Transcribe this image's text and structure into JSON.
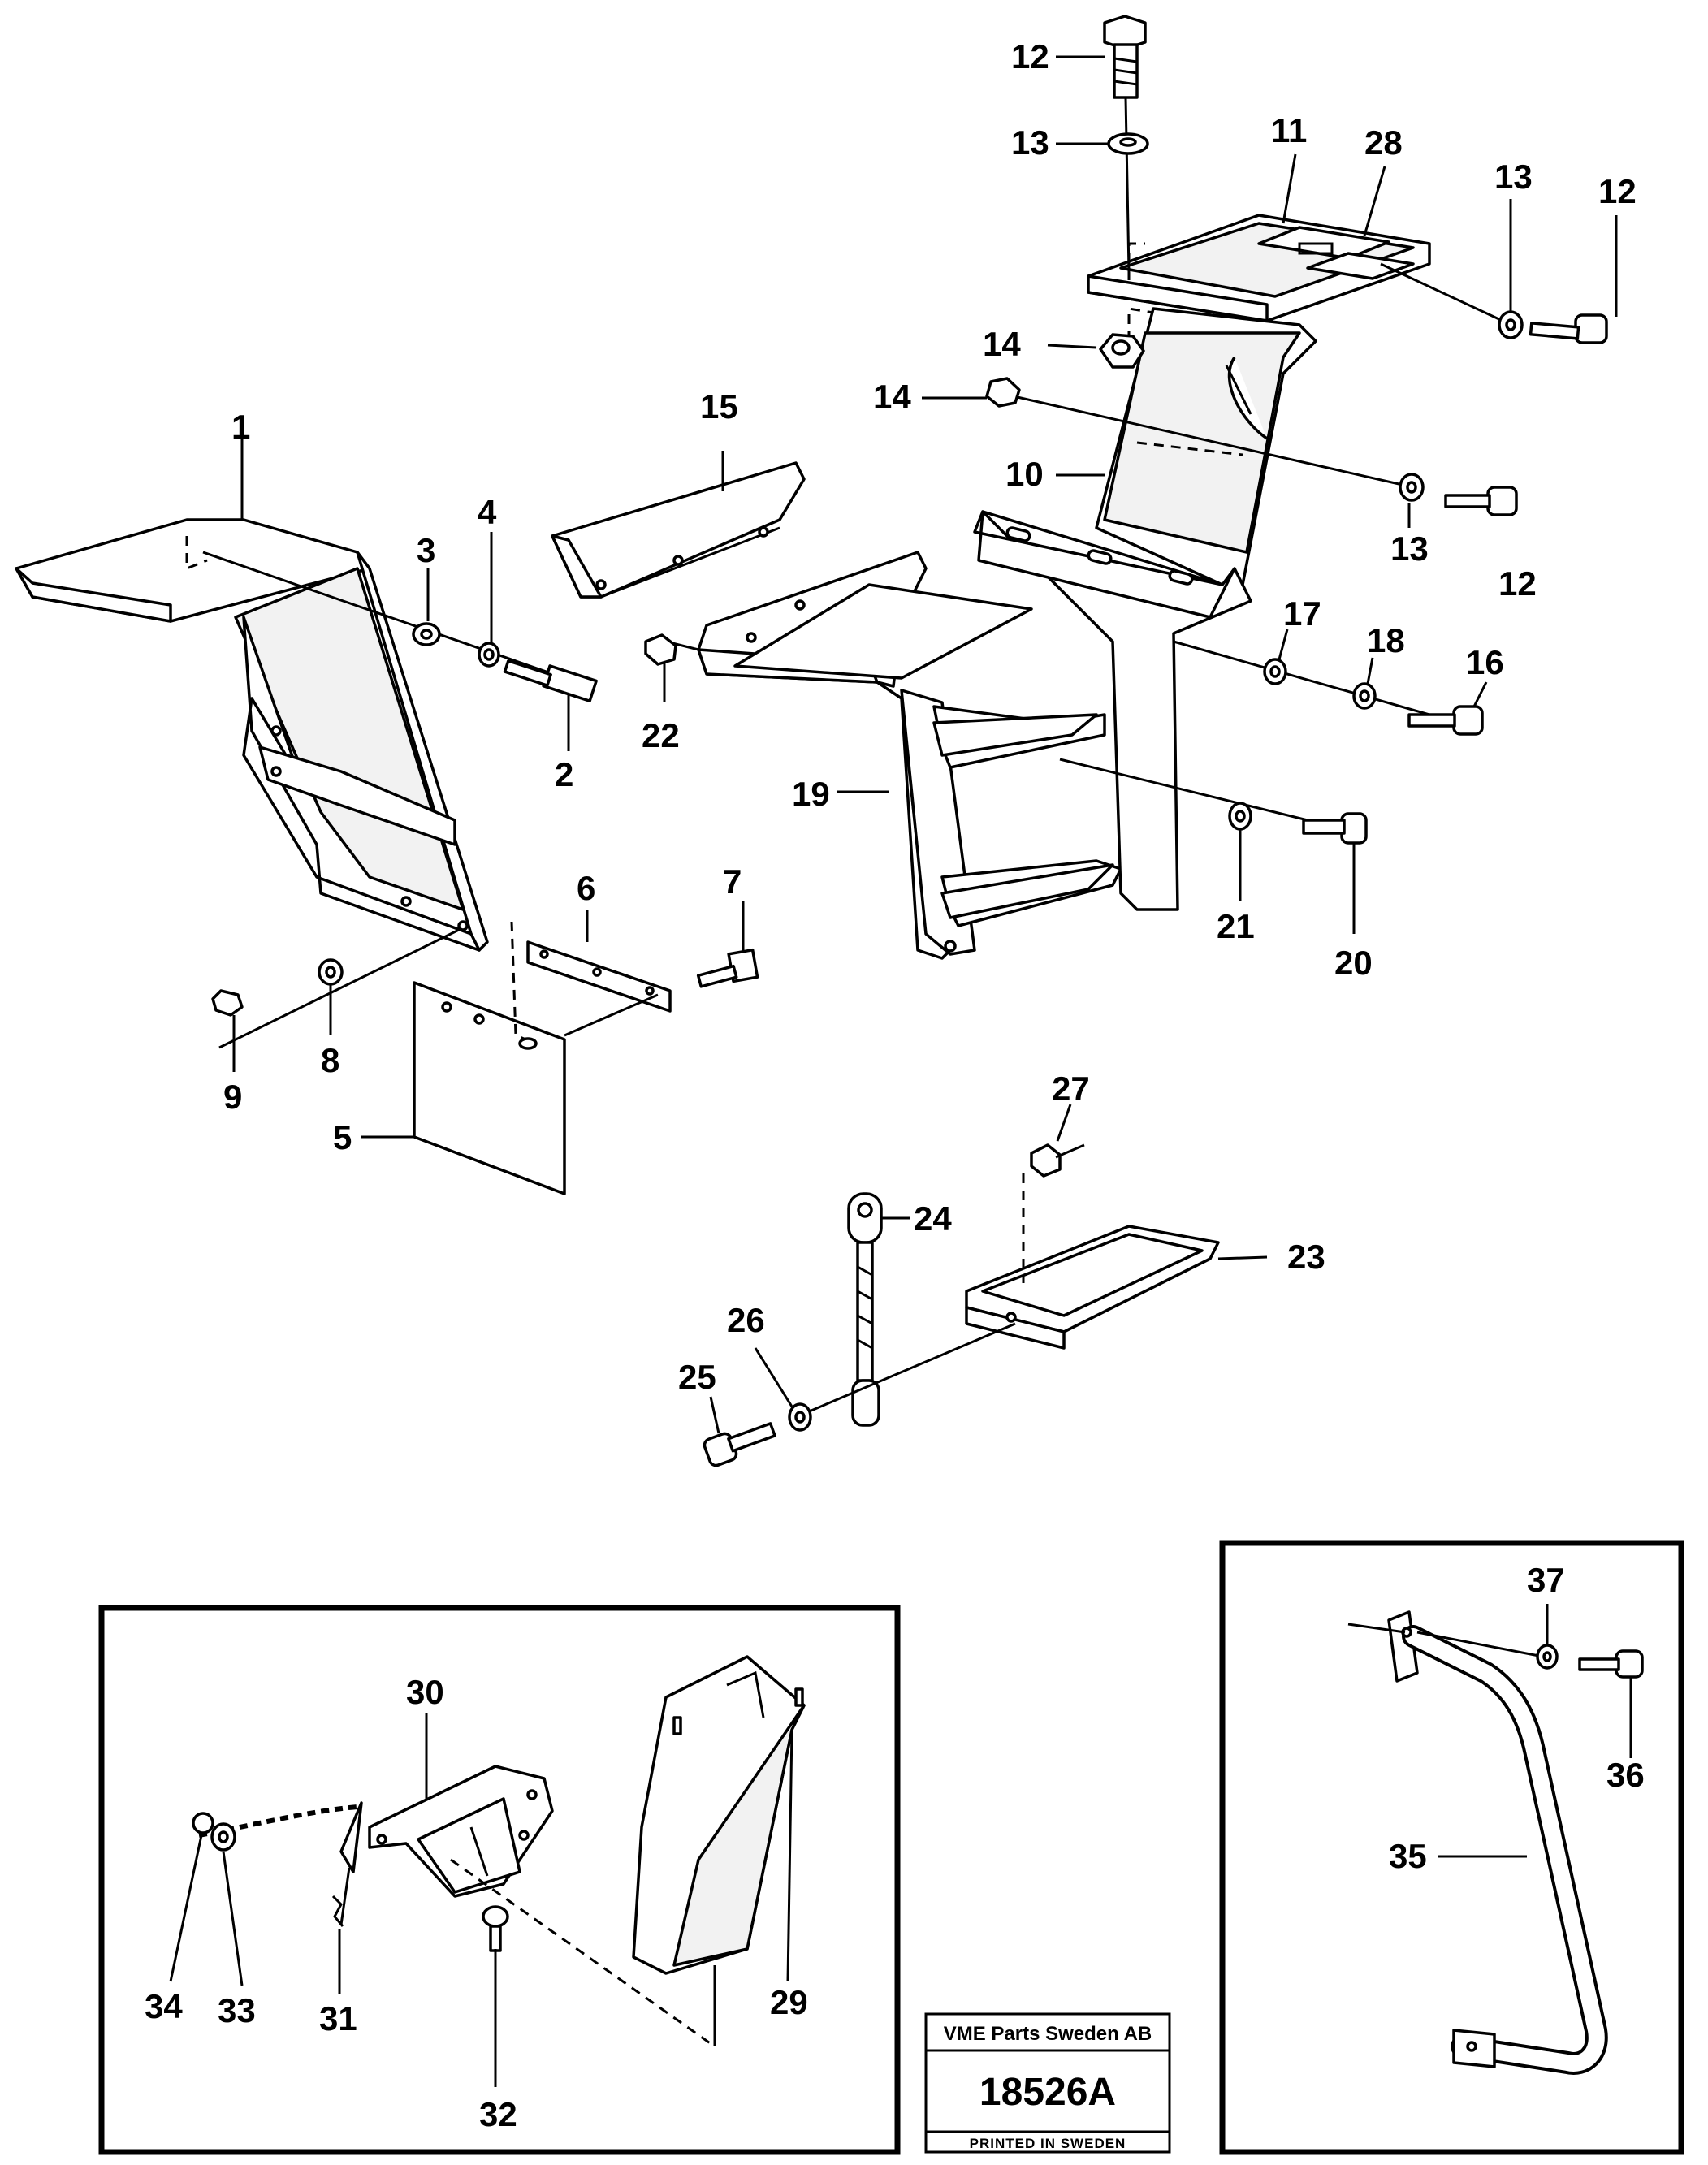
{
  "labels": {
    "l1": "1",
    "l2": "2",
    "l3": "3",
    "l4": "4",
    "l5": "5",
    "l6": "6",
    "l7": "7",
    "l8": "8",
    "l9": "9",
    "l10": "10",
    "l11": "11",
    "l12a": "12",
    "l12b": "12",
    "l12c": "12",
    "l13a": "13",
    "l13b": "13",
    "l13c": "13",
    "l14a": "14",
    "l14b": "14",
    "l15": "15",
    "l16": "16",
    "l17": "17",
    "l18": "18",
    "l19": "19",
    "l20": "20",
    "l21": "21",
    "l22": "22",
    "l23": "23",
    "l24": "24",
    "l25": "25",
    "l26": "26",
    "l27": "27",
    "l28": "28",
    "l29": "29",
    "l30": "30",
    "l31": "31",
    "l32": "32",
    "l33": "33",
    "l34": "34",
    "l35": "35",
    "l36": "36",
    "l37": "37"
  },
  "stamp": {
    "company": "VME Parts Sweden AB",
    "drawing_number": "18526A",
    "printed": "PRINTED IN SWEDEN"
  }
}
